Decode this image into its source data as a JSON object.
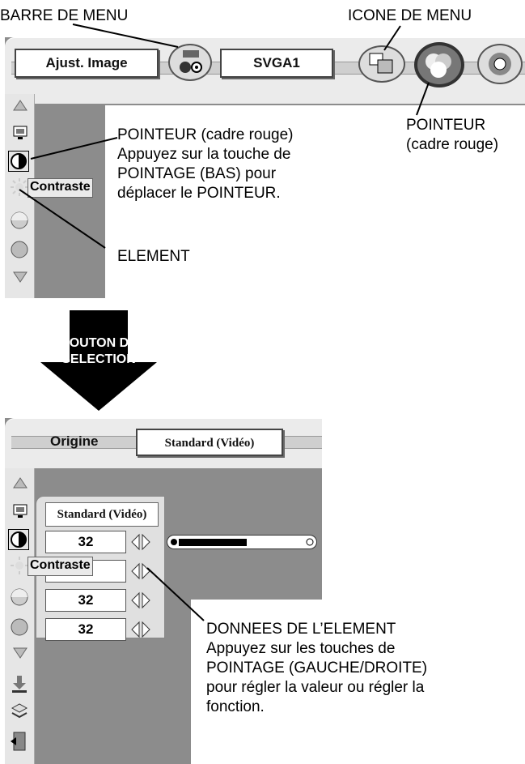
{
  "top": {
    "callouts": {
      "barre_menu": "BARRE DE MENU",
      "icone_menu": "ICONE DE MENU",
      "pointeur_right": [
        "POINTEUR",
        "(cadre rouge)"
      ],
      "pointeur_left": [
        "POINTEUR (cadre rouge)",
        "Appuyez sur la touche de",
        "POINTAGE (BAS) pour",
        "déplacer le POINTEUR."
      ],
      "element": "ELEMENT"
    },
    "menu_bar": {
      "left_label": "Ajust. Image",
      "center_label": "SVGA1"
    },
    "item_tag": "Contraste"
  },
  "arrow": {
    "label_line1": "BOUTON DE",
    "label_line2": "SELECTION"
  },
  "bottom": {
    "menu_bar": {
      "left_label": "Origine",
      "center_label": "Standard (Vidéo)"
    },
    "submenu_top": "Standard (Vidéo)",
    "values": [
      "32",
      "32",
      "32"
    ],
    "item_tag": "Contraste",
    "callout": [
      "DONNEES DE L’ELEMENT",
      "Appuyez sur les touches de",
      "POINTAGE (GAUCHE/DROITE)",
      "pour régler la valeur ou régler la",
      "fonction."
    ]
  },
  "colors": {
    "panel_gray": "#8c8c8c",
    "bar_light": "#ebebeb"
  }
}
